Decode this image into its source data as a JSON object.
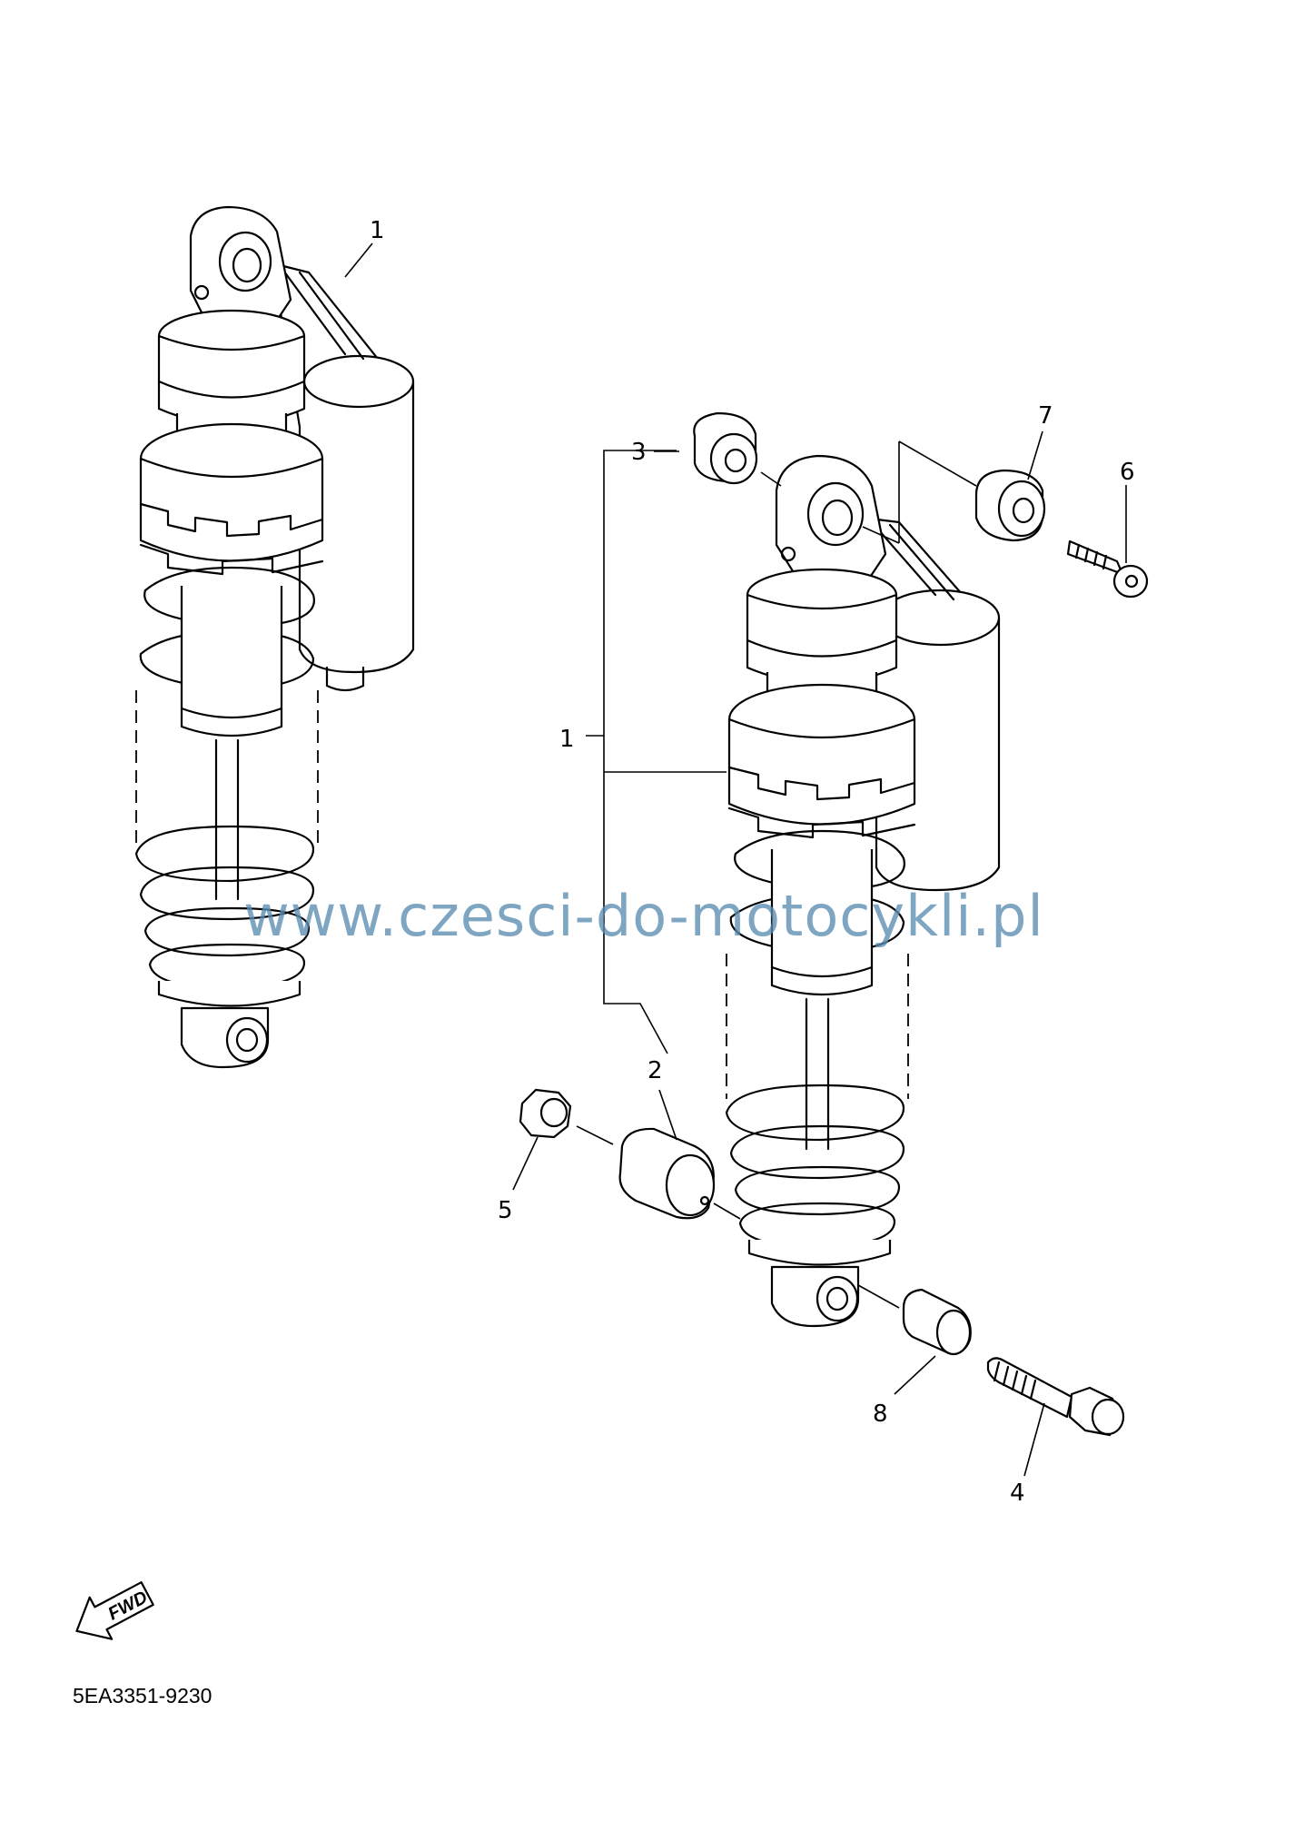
{
  "callouts": {
    "left_shock": "1",
    "assembly_bracket": "1",
    "bush_upper": "3",
    "bush_lower": "2",
    "bolt_lower": "4",
    "nut": "5",
    "bolt_upper": "6",
    "bush_upper_right": "7",
    "collar": "8"
  },
  "fwd_label": "FWD",
  "watermark": "www.czesci-do-motocykli.pl",
  "part_code": "5EA3351-9230"
}
